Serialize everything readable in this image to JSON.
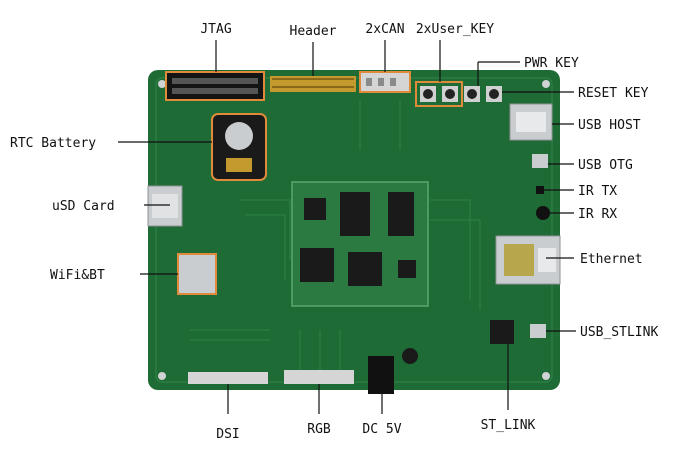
{
  "diagram": {
    "labels": {
      "jtag": "JTAG",
      "header": "Header",
      "can": "2xCAN",
      "user_key": "2xUser_KEY",
      "pwr_key": "PWR KEY",
      "reset_key": "RESET KEY",
      "usb_host": "USB HOST",
      "usb_otg": "USB OTG",
      "ir_tx": "IR TX",
      "ir_rx": "IR RX",
      "ethernet": "Ethernet",
      "usb_stlink": "USB_STLINK",
      "st_link": "ST_LINK",
      "dc_5v": "DC 5V",
      "rgb": "RGB",
      "dsi": "DSI",
      "wifi_bt": "WiFi&BT",
      "usd_card": "uSD Card",
      "rtc_battery": "RTC Battery"
    },
    "colors": {
      "pcb": "#1f6b35",
      "pcb_dark": "#16532a",
      "highlight": "#e08a3c",
      "text": "#111111",
      "chip": "#1a1a1a",
      "silver": "#c9cdd0"
    }
  }
}
